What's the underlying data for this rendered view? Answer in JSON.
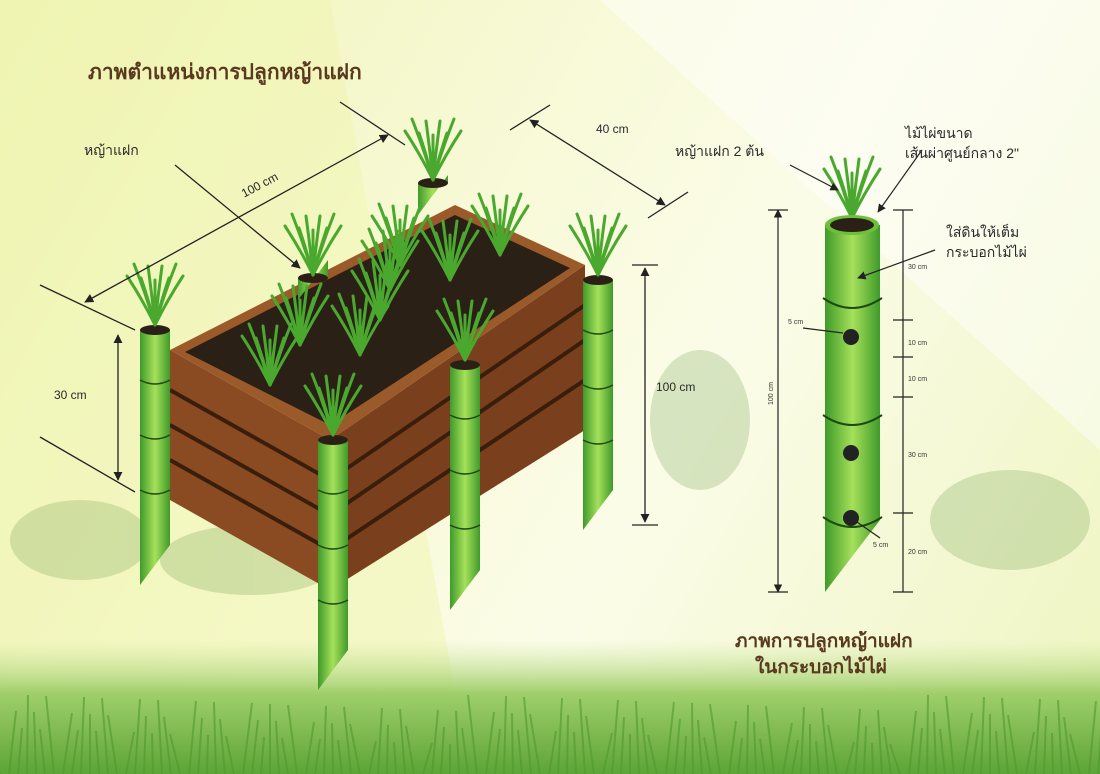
{
  "left_diagram": {
    "title": "ภาพตำแหน่งการปลูกหญ้าแฝก",
    "label_grass": "หญ้าแฝก",
    "dim_length": "100 cm",
    "dim_width": "40 cm",
    "dim_height_above": "30 cm",
    "dim_pole": "100 cm"
  },
  "right_diagram": {
    "label_grass": "หญ้าแฝก 2 ต้น",
    "label_bamboo_line1": "ไม้ไผ่ขนาด",
    "label_bamboo_line2": "เส้นผ่าศูนย์กลาง 2\"",
    "label_soil_line1": "ใส่ดินให้เต็ม",
    "label_soil_line2": "กระบอกไม้ไผ่",
    "dim_total": "100 cm",
    "segments": [
      "30 cm",
      "10 cm",
      "10 cm",
      "30 cm",
      "20 cm"
    ],
    "hole_top": "5 cm",
    "hole_bottom": "5 cm",
    "title_line1": "ภาพการปลูกหญ้าแฝก",
    "title_line2": "ในกระบอกไม้ไผ่"
  },
  "colors": {
    "title": "#5a3a1e",
    "bamboo": "#7cc242",
    "box": "#8a4a22",
    "soil": "#2a2016"
  }
}
